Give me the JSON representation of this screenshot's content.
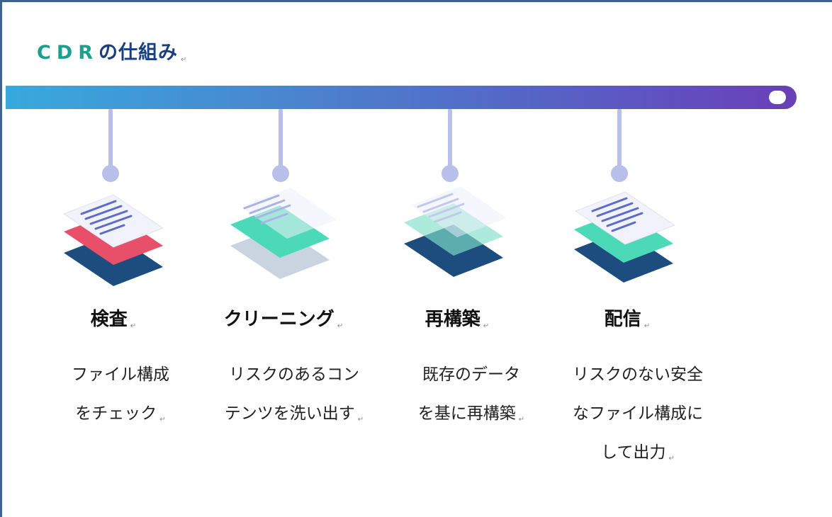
{
  "title": {
    "part1": "CDR",
    "part2": "の仕組み"
  },
  "return_mark": "↵",
  "steps": [
    {
      "title": "検査",
      "desc_lines": [
        "ファイル構成",
        "をチェック"
      ]
    },
    {
      "title": "クリーニング",
      "desc_lines": [
        "リスクのあるコン",
        "テンツを洗い出す"
      ]
    },
    {
      "title": "再構築",
      "desc_lines": [
        "既存のデータ",
        "を基に再構築"
      ]
    },
    {
      "title": "配信",
      "desc_lines": [
        "リスクのない安全",
        "なファイル構成に",
        "して出力"
      ]
    }
  ],
  "colors": {
    "title_accent": "#1aa08c",
    "title_main": "#1a3f80",
    "timeline_start": "#38a9dc",
    "timeline_end": "#6a3fb8",
    "connector": "#b8bfe8"
  },
  "icons": [
    "document-stack-inspect-icon",
    "document-stack-clean-icon",
    "document-stack-rebuild-icon",
    "document-stack-deliver-icon"
  ]
}
